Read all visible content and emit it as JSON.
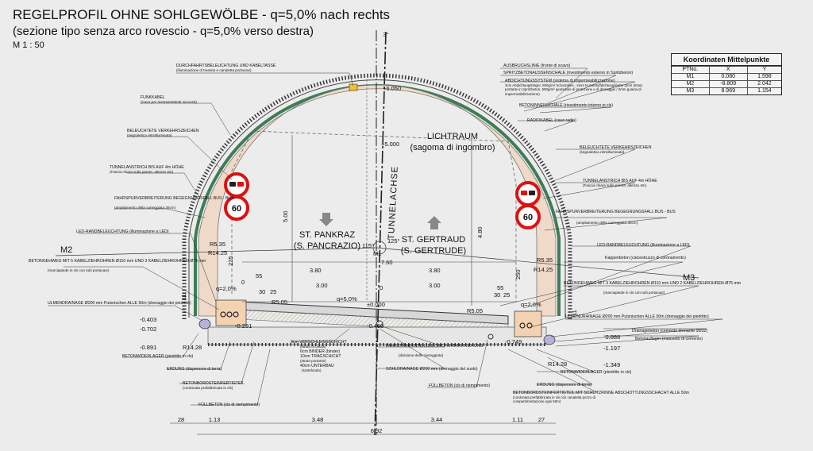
{
  "titles": {
    "main": "REGELPROFIL OHNE SOHLGEWÖLBE - q=5,0% nach rechts",
    "sub": "(sezione tipo senza arco rovescio - q=5,0% verso destra)",
    "scale": "M 1 : 50"
  },
  "coord_table": {
    "title": "Koordinaten Mittelpunkte",
    "headers": [
      "PTNo.",
      "X",
      "Y"
    ],
    "rows": [
      [
        "M1",
        "0.080",
        "1.598"
      ],
      [
        "M2",
        "-8.809",
        "2.042"
      ],
      [
        "M3",
        "8.969",
        "1.154"
      ]
    ]
  },
  "center": {
    "angle": "3°",
    "elev_top": "+6.050",
    "elev_lichtraum": "+5.000",
    "axis_label": "TUNNELACHSE",
    "lichtraum": "LICHTRAUM",
    "lichtraum_it": "(sagoma di ingombro)",
    "zero": "±0.000",
    "slope": "q=5,0%",
    "bottom_elev": "-0.490"
  },
  "directions": {
    "left": "ST. PANKRAZ",
    "left_it": "(S. PANCRAZIO)",
    "right": "ST. GERTRAUD",
    "right_it": "(S. GERTRUDE)"
  },
  "points": {
    "m1": "M1",
    "m2": "M2",
    "m3": "M3"
  },
  "signs": {
    "speed": "60"
  },
  "labels_top": [
    {
      "de": "DURCHFAHRTSBELEUCHTUNG UND KABELTASSE",
      "it": "(illuminazione di transito e canaletta portacavi)"
    },
    {
      "de": "FUNKKABEL",
      "it": "(Cavo per ricetrasmittenti soccorsi)"
    },
    {
      "de": "BELEUCHTETE VERKEHRSZEICHEN",
      "it": "(segnaletica retroilluminata)"
    },
    {
      "de": "TUNNELANSTRICH BIS AUF 4m HÖHE",
      "it": "(Fascia chiara sulla parete, altezza 4m)"
    },
    {
      "de": "FAHRSPURVERBREITERUNG BEGEGNUNGSFALL BUS - BUS",
      "it": "(ampliamento della carreggiata 30cm)"
    },
    {
      "de": "LED-RANDBELEUCHTUNG (illuminazione a LED)",
      "it": ""
    },
    {
      "de": "BETONGEHWEG MIT 5 KABELZIEHROHREN Ø110 mm UND 3 KABELZIEHROHREN Ø75 mm",
      "it": "(marciapiede in cls con tubi portacavi)"
    },
    {
      "de": "ULMENDRAINAGE Ø200 mm Putznischen ALLE 50m (drenaggio dei piedritto)",
      "it": ""
    }
  ],
  "labels_right": [
    {
      "de": "AUSBRUCHSLINIE (fronte di scavo)",
      "it": ""
    },
    {
      "de": "SPRITZBETONAUSSENSCHALE (rivestimento esterno in Spritzbeton)",
      "it": ""
    },
    {
      "de": "ABDICHTUNGSSYSTEM (sistema di impermeabilizzazione)",
      "it": "3cm Abdichtungsträger, 500g/m² Schutzvlies , 2mm Kunststoffdichtungsbahn (3cm Strato portante in Spritzbeton, 500g/m² geotessile di protezione e di drenaggio / 2mm guaina di impermeabilizzazione)"
    },
    {
      "de": "BETONINNENSCHALE (rivestimento interno in cls)",
      "it": ""
    },
    {
      "de": "RADIOKABEL (cavo radio)",
      "it": ""
    },
    {
      "de": "BELEUCHTETE VERKEHRSZEICHEN",
      "it": "(segnaletica retroilluminata)"
    },
    {
      "de": "TUNNELANSTRICH BIS AUF 4m HÖHE",
      "it": "(Fascia chiara sulla parete, altezza 4m)"
    },
    {
      "de": "FAHRSPURVERBREITERUNG BEGEGNUNGSFALL BUS - BUS",
      "it": "(ampliamento della carreggiata 30cm)"
    },
    {
      "de": "LED-RANDBELEUCHTUNG (illuminazione a LED)",
      "it": ""
    },
    {
      "de": "Kappenbeton (calcestruzzo di coronamento)",
      "it": ""
    },
    {
      "de": "BETONGEHWEG MIT 3 KABELZIEHROHREN Ø110 mm UND 2 KABELZIEHROHREN Ø75 mm",
      "it": "(marciapiede in cls con tubi portacavi)"
    },
    {
      "de": "ULMENDRAINAGE Ø200 mm Putznischen ALLE 50m (drenaggio dei piedritto)",
      "it": ""
    },
    {
      "de": "Drainagebeton (cemento drenante 16/32)",
      "it": ""
    },
    {
      "de": "Betonauflager (massetto di cemento)",
      "it": ""
    }
  ],
  "labels_bottom": [
    {
      "de": "BETONWIDERLAGER (piedritto in cls)",
      "it": ""
    },
    {
      "de": "ERDUNG (dispersore di terra)",
      "it": ""
    },
    {
      "de": "BETONBORDSTEINFERTIGTEIL",
      "it": "(cordonata prefabbricata in cls)"
    },
    {
      "de": "FÜLLBETON (cls di riempimento)",
      "it": ""
    },
    {
      "de": "3cm VERSCHLEISSSCHICHT",
      "it": "(strato di usura)"
    },
    {
      "de": "6cm BINDER (binder)",
      "it": ""
    },
    {
      "de": "10cm TRAGSCHICHT",
      "it": "(strato portante)"
    },
    {
      "de": "40cm UNTERBAU",
      "it": "(sottofondo)"
    },
    {
      "de": "FAHRSTREIFENTEILUNG MIT FARBMARKIERUNG",
      "it": "(divisione delle carreggiata)"
    },
    {
      "de": "SOHLDRAINAGE Ø200 mm (drenaggio del suolo)",
      "it": ""
    },
    {
      "de": "FÜLLBETON (cls di riempimento)",
      "it": ""
    },
    {
      "de": "ERDUNG (dispersore di terra)",
      "it": ""
    },
    {
      "de": "BETONWIDERLAGER (piedritto in cls)",
      "it": ""
    },
    {
      "de": "BETONBORDSTEINFERTIGTEIL MIT SCHLITZRINNE ABSCHOTTUNGSSCHACHT ALLE 50m",
      "it": "(cordonata prefabbricata in cls con canaletta pozzo di compartimentazione ogni 50m)"
    }
  ],
  "elevations": [
    "-0.403",
    "-0.702",
    "-0.891",
    "-0.291",
    "-0.749",
    "-0.888",
    "-1.197",
    "-1.349"
  ],
  "dims": {
    "h_left": "5.00",
    "h_right": "4.80",
    "w380": "3.80",
    "w300": "3.00",
    "w760": "7.60",
    "d55": "55",
    "d25": "25",
    "d30": "30",
    "d225": "225",
    "d250": "250",
    "d11": "11",
    "r535": "R5.35",
    "r1425": "R14.25",
    "r505": "R5.05",
    "r1428": "R14.28",
    "b1": "28",
    "b2": "1.13",
    "b3": "3.48",
    "b4": "3.44",
    "b5": "1.11",
    "b6": "27",
    "btotal": "6.92",
    "slope_l": "q=2,0%",
    "slope_r": "q=2,0%",
    "angle_l": "115°",
    "angle_r": "125°",
    "zero_l": "0",
    "zero_r": "0"
  }
}
